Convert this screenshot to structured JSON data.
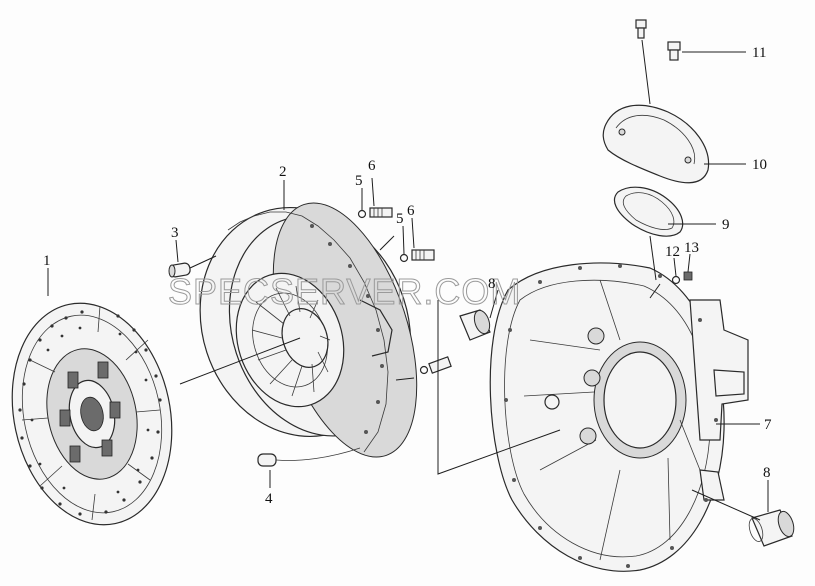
{
  "watermark": "SPECSERVER.COM",
  "callouts": {
    "c1": "1",
    "c2": "2",
    "c3": "3",
    "c4": "4",
    "c5a": "5",
    "c5b": "5",
    "c6a": "6",
    "c6b": "6",
    "c7": "7",
    "c8a": "8",
    "c8b": "8",
    "c9": "9",
    "c10": "10",
    "c11": "11",
    "c12": "12",
    "c13": "13"
  }
}
